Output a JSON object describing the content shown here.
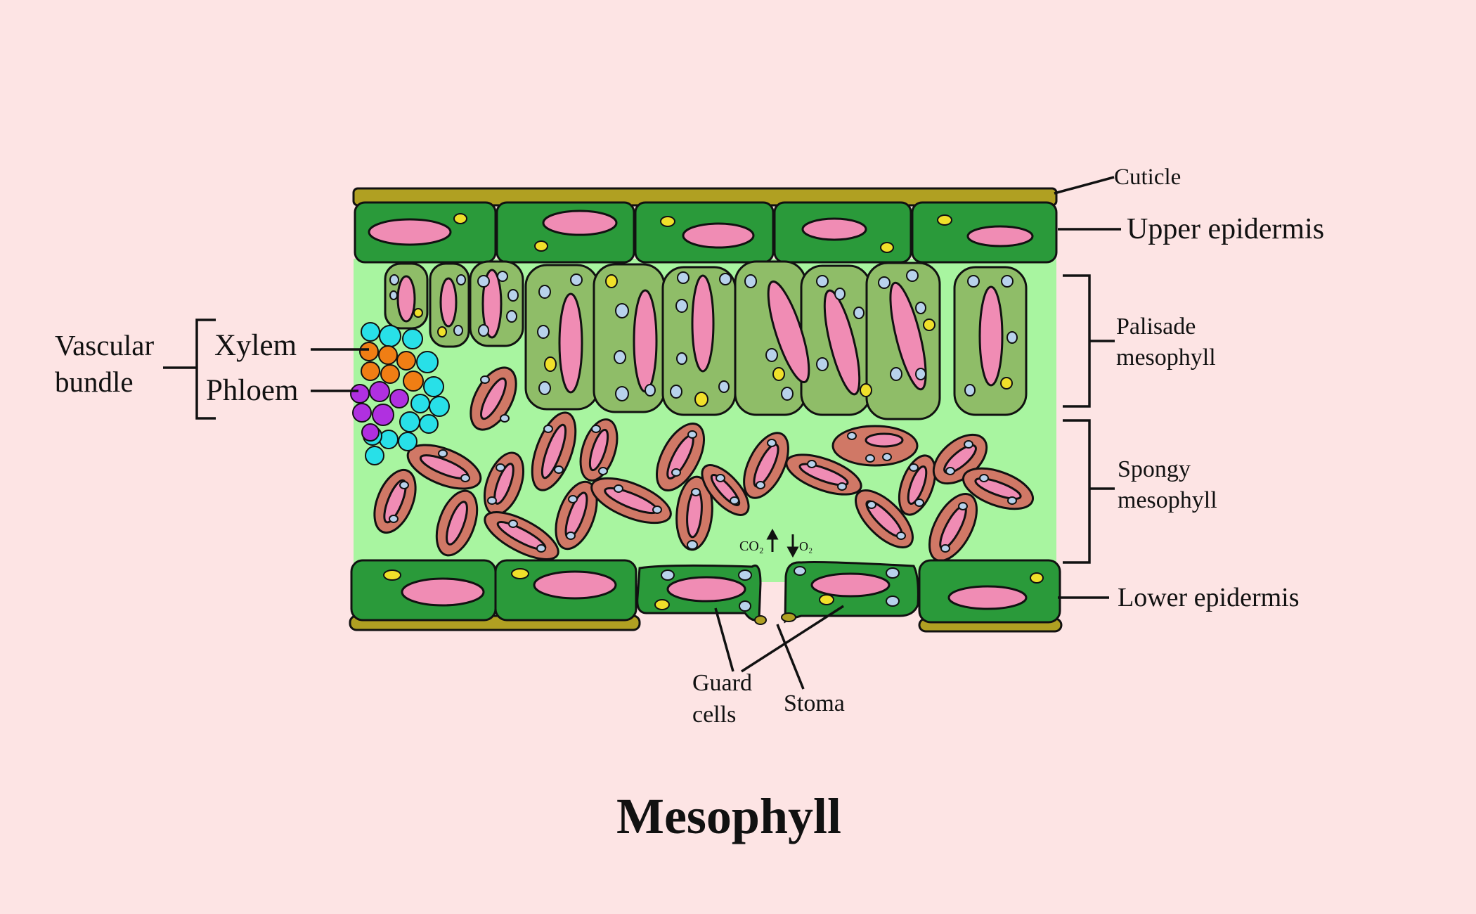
{
  "title": "Mesophyll",
  "labels": {
    "cuticle": "Cuticle",
    "upper_epidermis": "Upper epidermis",
    "palisade_line1": "Palisade",
    "palisade_line2": "mesophyll",
    "spongy_line1": "Spongy",
    "spongy_line2": "mesophyll",
    "lower_epidermis": "Lower epidermis",
    "vascular_line1": "Vascular",
    "vascular_line2": "bundle",
    "xylem": "Xylem",
    "phloem": "Phloem",
    "guard_line1": "Guard",
    "guard_line2": "cells",
    "stoma": "Stoma",
    "co2": "CO₂",
    "o2": "O₂"
  },
  "colors": {
    "background": "#fde4e4",
    "cuticle": "#b0a022",
    "epidermis": "#2a9a3a",
    "interior": "#a8f5a0",
    "palisade": "#8fbd68",
    "spongy": "#d07866",
    "nucleus": "#f08cb4",
    "chloroplast_yellow": "#f0e02a",
    "chloroplast_blue": "#b8d2ec",
    "xylem": "#f07e14",
    "phloem": "#b030e0",
    "vascular_cyan": "#28e0e8"
  }
}
